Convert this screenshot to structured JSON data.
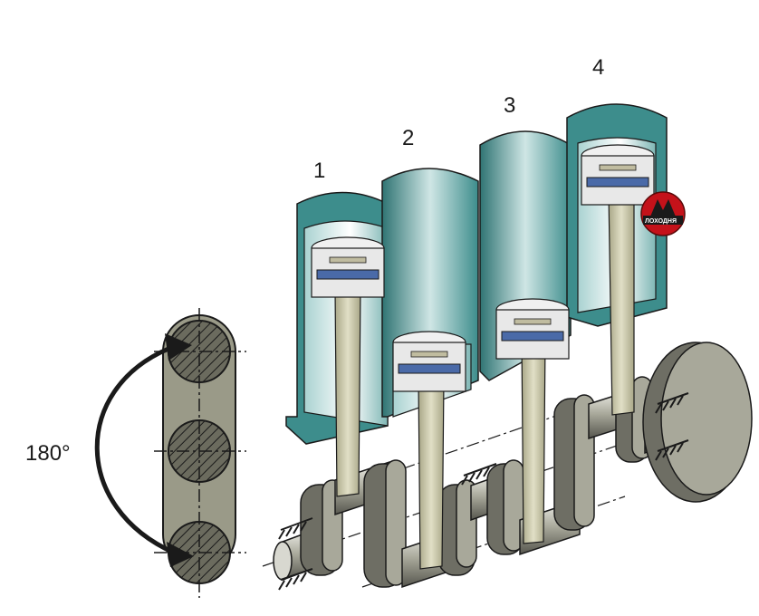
{
  "cylinder_labels": [
    "1",
    "2",
    "3",
    "4"
  ],
  "angle_label": "180°",
  "logo": {
    "text": "ЛОХОДНЯ"
  },
  "colors": {
    "cylinder": "#3d8d8c",
    "cylinder_inner": "#d8ecec",
    "piston": "#e8e8e8",
    "piston_ring": "#4a6aa8",
    "rod": "#c9c7a8",
    "crank": "#6e6e64",
    "crank_light": "#a8a89a",
    "logo": "#c4121a",
    "outline": "#1a1a1a"
  }
}
